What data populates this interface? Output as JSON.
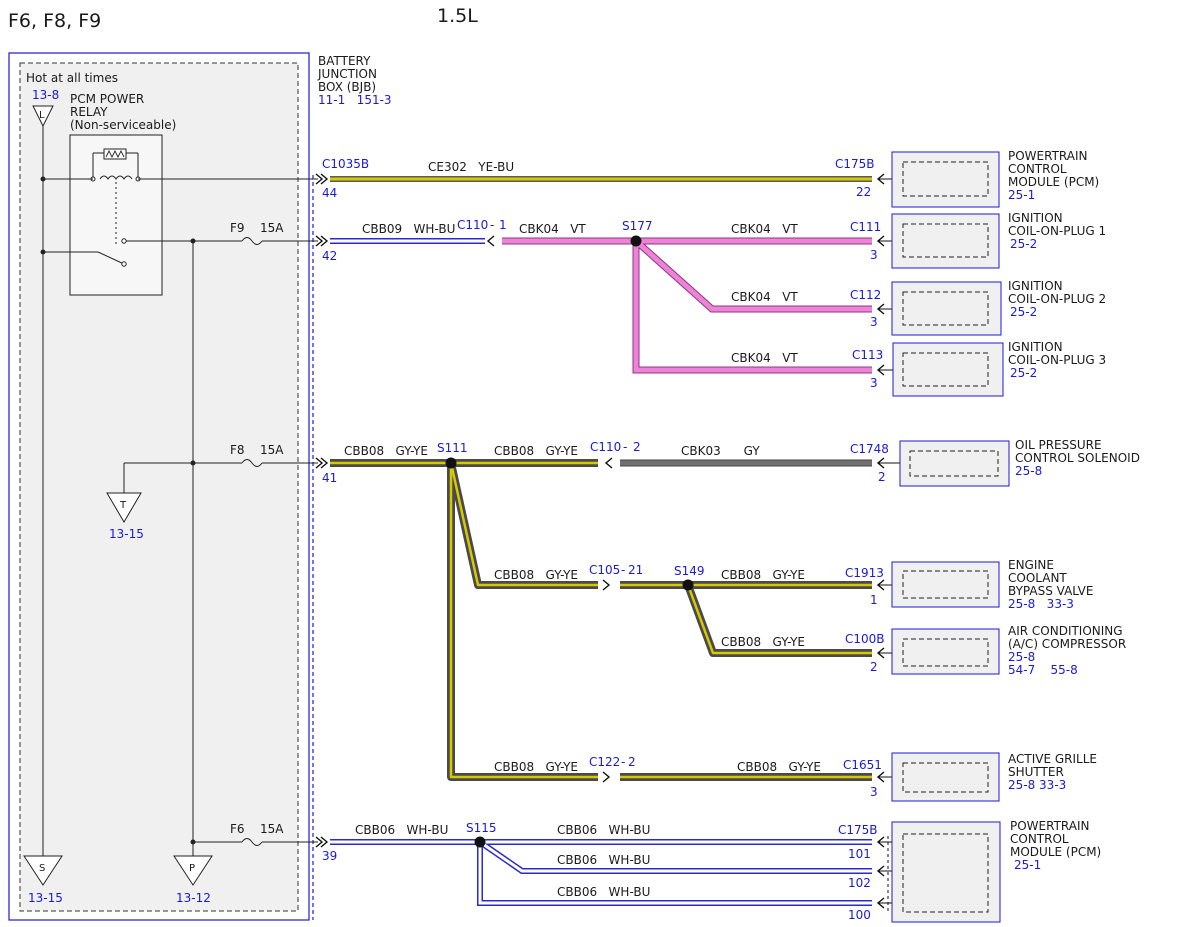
{
  "header": {
    "fuses_title": "F6, F8, F9",
    "engine": "1.5L"
  },
  "bjb": {
    "label": [
      "BATTERY",
      "JUNCTION",
      "BOX (BJB)"
    ],
    "refs": "11-1   151-3",
    "hot_label": "Hot at all times",
    "relay_label": [
      "PCM POWER",
      "RELAY",
      "(Non-serviceable)"
    ]
  },
  "fuses": [
    {
      "name": "F9",
      "amps": "15A"
    },
    {
      "name": "F8",
      "amps": "15A"
    },
    {
      "name": "F6",
      "amps": "15A"
    }
  ],
  "refs": [
    {
      "letter": "L",
      "ref": "13-8"
    },
    {
      "letter": "T",
      "ref": "13-15"
    },
    {
      "letter": "S",
      "ref": "13-15"
    },
    {
      "letter": "P",
      "ref": "13-12"
    }
  ],
  "connectors": {
    "c1035b": {
      "name": "C1035B",
      "pin": "44"
    },
    "c110_1": {
      "name": "C110",
      "pin": "1",
      "bjb_pin": "42"
    },
    "c110_2": {
      "name": "C110",
      "pin": "2",
      "bjb_pin": "41"
    },
    "c105": {
      "name": "C105",
      "pin": "21"
    },
    "c122": {
      "name": "C122",
      "pin": "2"
    },
    "bjb_39": "39",
    "c175b_top": {
      "name": "C175B",
      "pin": "22"
    },
    "c111": {
      "name": "C111",
      "pin": "3"
    },
    "c112": {
      "name": "C112",
      "pin": "3"
    },
    "c113": {
      "name": "C113",
      "pin": "3"
    },
    "c1748": {
      "name": "C1748",
      "pin": "2"
    },
    "c1913": {
      "name": "C1913",
      "pin": "1"
    },
    "c100b": {
      "name": "C100B",
      "pin": "2"
    },
    "c1651": {
      "name": "C1651",
      "pin": "3"
    },
    "c175b_bot": {
      "name": "C175B",
      "pins": [
        "101",
        "102",
        "100"
      ]
    }
  },
  "splices": [
    "S177",
    "S111",
    "S149",
    "S115"
  ],
  "wires": {
    "ce302": "CE302   YE-BU",
    "cbb09": "CBB09   WH-BU",
    "cbk04": "CBK04   VT",
    "cbb08": "CBB08   GY-YE",
    "cbk03": "CBK03      GY",
    "cbb06": "CBB06   WH-BU"
  },
  "components": [
    {
      "name": [
        "POWERTRAIN",
        "CONTROL",
        "MODULE (PCM)"
      ],
      "refs": [
        "25-1"
      ]
    },
    {
      "name": [
        "IGNITION",
        "COIL-ON-PLUG 1"
      ],
      "refs": [
        "25-2"
      ]
    },
    {
      "name": [
        "IGNITION",
        "COIL-ON-PLUG 2"
      ],
      "refs": [
        "25-2"
      ]
    },
    {
      "name": [
        "IGNITION",
        "COIL-ON-PLUG 3"
      ],
      "refs": [
        "25-2"
      ]
    },
    {
      "name": [
        "OIL PRESSURE",
        "CONTROL SOLENOID"
      ],
      "refs": [
        "25-8"
      ]
    },
    {
      "name": [
        "ENGINE",
        "COOLANT",
        "BYPASS VALVE"
      ],
      "refs": [
        "25-8   33-3"
      ]
    },
    {
      "name": [
        "AIR CONDITIONING",
        "(A/C) COMPRESSOR"
      ],
      "refs": [
        "25-8",
        "54-7    55-8"
      ]
    },
    {
      "name": [
        "ACTIVE GRILLE",
        "SHUTTER"
      ],
      "refs": [
        "25-8 33-3"
      ]
    },
    {
      "name": [
        "POWERTRAIN",
        "CONTROL",
        "MODULE (PCM)"
      ],
      "refs": [
        "25-1"
      ]
    }
  ],
  "colors": {
    "text_blue": "#1a1ad6",
    "box_blue": "#1a1ad6",
    "ye_bu_core": "#c8b400",
    "gy_ye_core": "#6e6e6e",
    "gy_ye_stripe": "#d8c800",
    "vt": "#ee82d8",
    "gy": "#707070",
    "wh_bu_edge": "#2a2ad0"
  }
}
